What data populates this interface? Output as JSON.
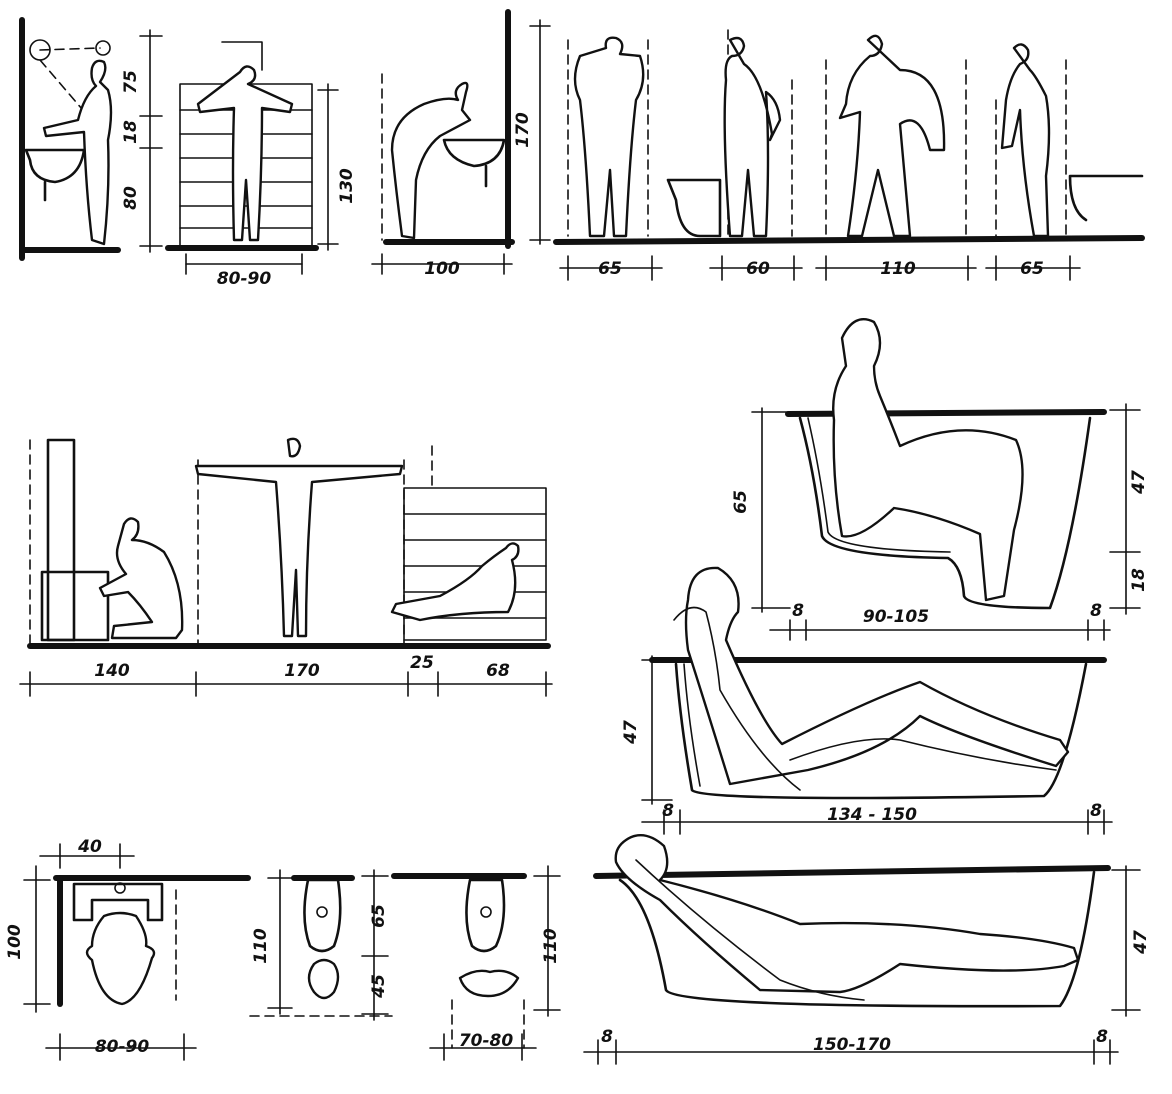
{
  "row1": {
    "d_basin_a": "75",
    "d_basin_b": "18",
    "d_basin_c": "80",
    "d_shower_w": "80-90",
    "d_shower_h": "130",
    "d_bend_h": "170",
    "d_bend_w": "100",
    "d_dress1_w": "65",
    "d_dress2_w": "60",
    "d_dress3_w": "110",
    "d_dress4_w": "65"
  },
  "row2": {
    "d_heater_w": "140",
    "d_arms_w": "170",
    "d_gap_w": "25",
    "d_bath_w": "68"
  },
  "tubs": {
    "t1_h_outer": "65",
    "t1_h_rim": "47",
    "t1_h_seat": "18",
    "t1_wall_l": "8",
    "t1_len": "90-105",
    "t1_wall_r": "8",
    "t2_h": "47",
    "t2_wall_l": "8",
    "t2_len": "134 - 150",
    "t2_wall_r": "8",
    "t3_h": "47",
    "t3_wall_l": "8",
    "t3_len": "150-170",
    "t3_wall_r": "8"
  },
  "plans": {
    "p1_top": "40",
    "p1_depth": "100",
    "p1_w": "80-90",
    "p2_depth": "110",
    "p3_a": "65",
    "p3_b": "45",
    "p4_depth": "110",
    "p4_w": "70-80"
  }
}
